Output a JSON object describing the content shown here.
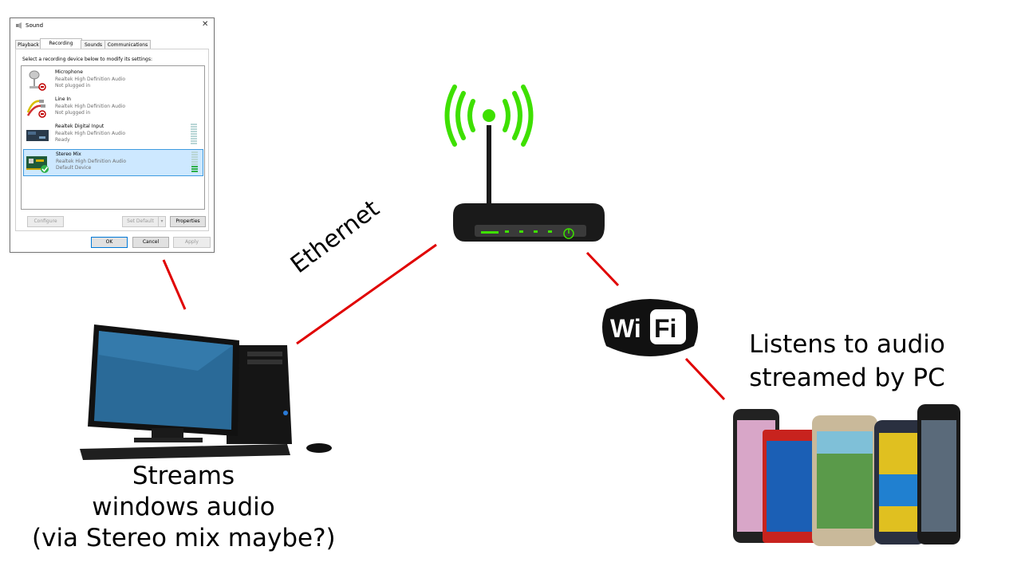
{
  "dialog": {
    "title": "Sound",
    "tabs": [
      "Playback",
      "Recording",
      "Sounds",
      "Communications"
    ],
    "active_tab": "Recording",
    "instruction": "Select a recording device below to modify its settings:",
    "devices": [
      {
        "name": "Microphone",
        "driver": "Realtek High Definition Audio",
        "status": "Not plugged in",
        "icon": "microphone-icon"
      },
      {
        "name": "Line In",
        "driver": "Realtek High Definition Audio",
        "status": "Not plugged in",
        "icon": "line-in-cable-icon"
      },
      {
        "name": "Realtek Digital Input",
        "driver": "Realtek High Definition Audio",
        "status": "Ready",
        "icon": "digital-input-icon"
      },
      {
        "name": "Stereo Mix",
        "driver": "Realtek High Definition Audio",
        "status": "Default Device",
        "icon": "sound-card-icon",
        "selected": true
      }
    ],
    "buttons": {
      "configure": "Configure",
      "set_default": "Set Default",
      "properties": "Properties",
      "ok": "OK",
      "cancel": "Cancel",
      "apply": "Apply"
    }
  },
  "labels": {
    "ethernet": "Ethernet",
    "pc_lines": [
      "Streams",
      "windows audio",
      "(via Stereo mix maybe?)"
    ],
    "phones_lines": [
      "Listens to audio",
      "streamed by PC"
    ],
    "wifi_logo_text": "WiFi"
  },
  "colors": {
    "connector": "#e00000",
    "signal": "#3ee000",
    "router_body": "#1a1a1a",
    "selection": "#cde8ff"
  }
}
